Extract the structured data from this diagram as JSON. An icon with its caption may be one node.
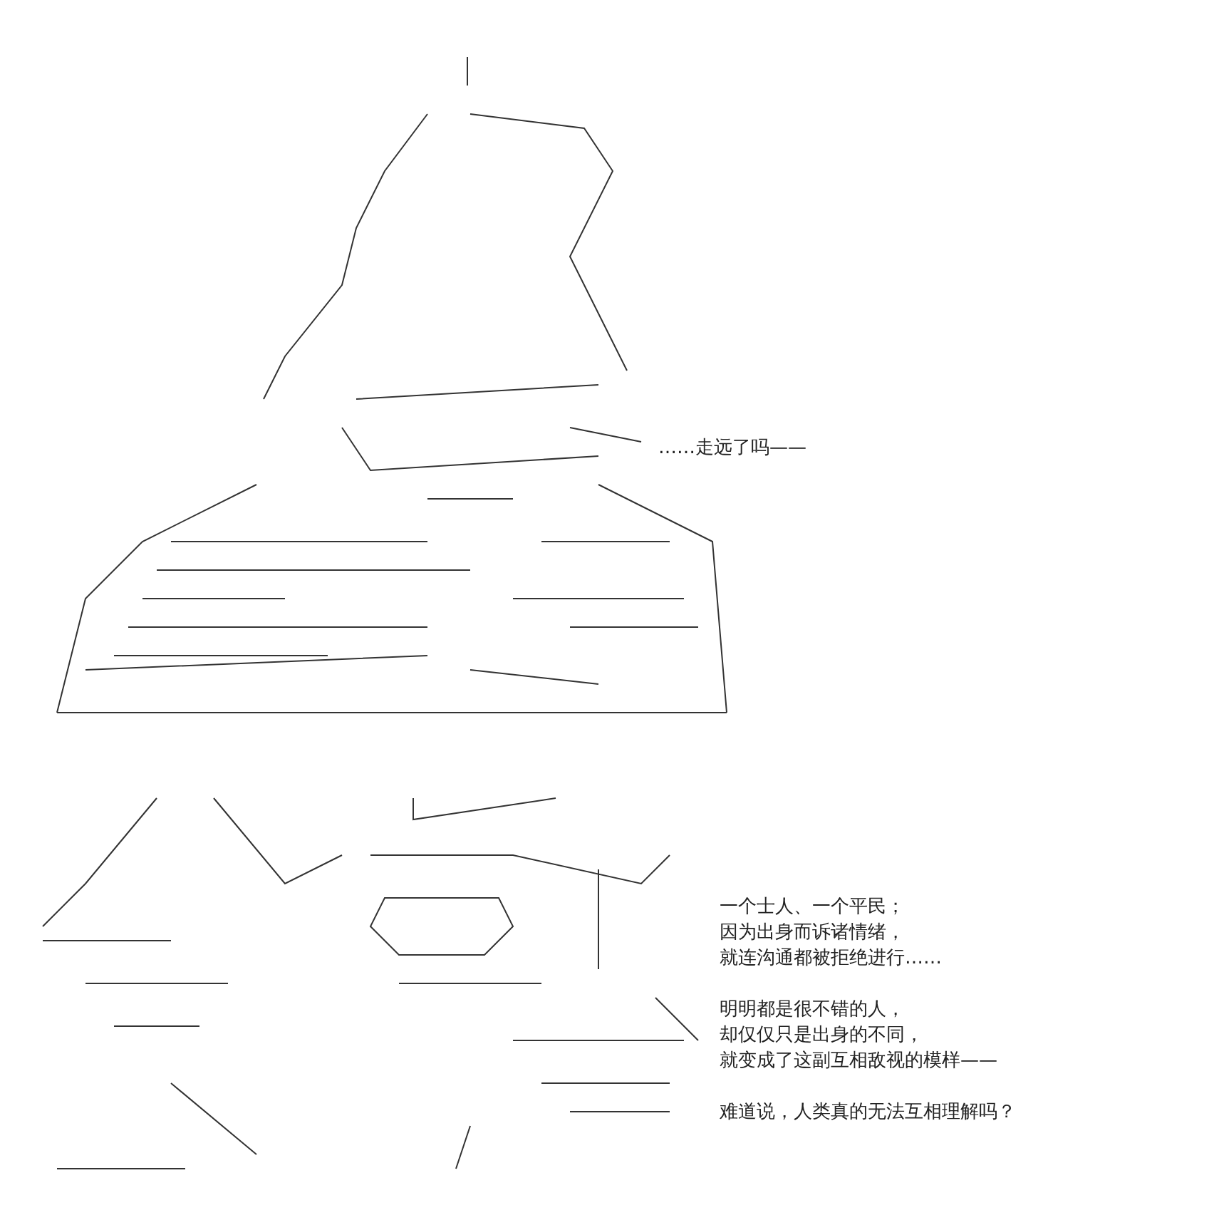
{
  "diagram": {
    "labels": [
      "……走远了吗——",
      "一个士人、一个平民；",
      "因为出身而诉诸情绪，",
      "就连沟通都被拒绝进行……",
      "明明都是很不错的人，",
      "却仅仅只是出身的不同，",
      "就变成了这副互相敌视的模样——",
      "难道说，人类真的无法互相理解吗？"
    ]
  }
}
